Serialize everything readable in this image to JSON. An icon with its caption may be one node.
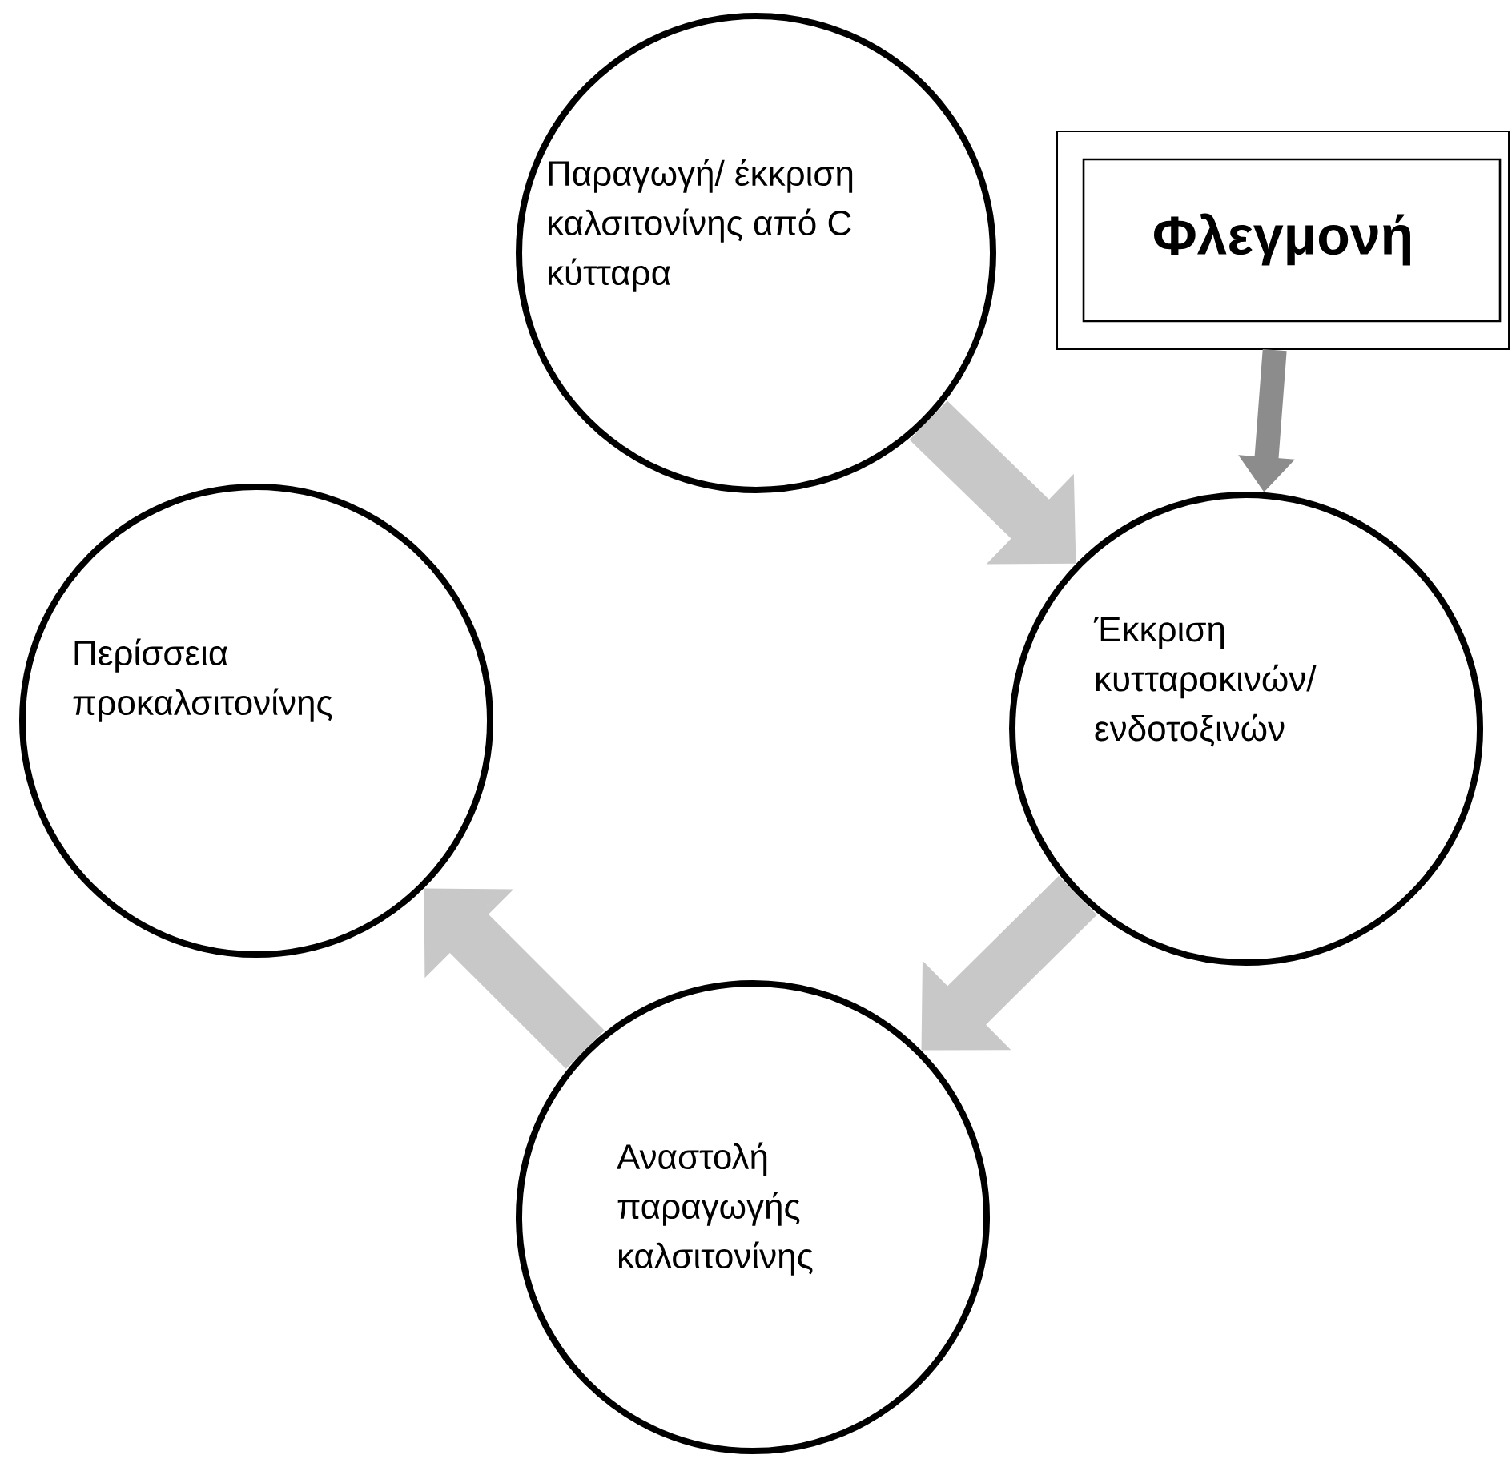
{
  "diagram": {
    "nodes": [
      {
        "text": [
          "Παραγωγή/ έκκριση καλσιτονίνης από C κύτταρα"
        ]
      },
      {
        "text": [
          "Φλεγμονή"
        ]
      },
      {
        "text": [
          "Έκκριση κυτταροκινών/ ενδοτοξινών"
        ]
      },
      {
        "text": [
          "Αναστολή παραγωγής καλσιτονίνης"
        ]
      },
      {
        "text": [
          "Περίσσεια προκαλσιτονίνης"
        ]
      }
    ],
    "edges": [
      {
        "from": 0,
        "to": 2,
        "arrow": "to"
      },
      {
        "from": 1,
        "to": 2,
        "arrow": "to",
        "color": "#8c8c8c"
      },
      {
        "from": 2,
        "to": 3,
        "arrow": "to"
      },
      {
        "from": 3,
        "to": 4,
        "arrow": "to"
      }
    ]
  }
}
